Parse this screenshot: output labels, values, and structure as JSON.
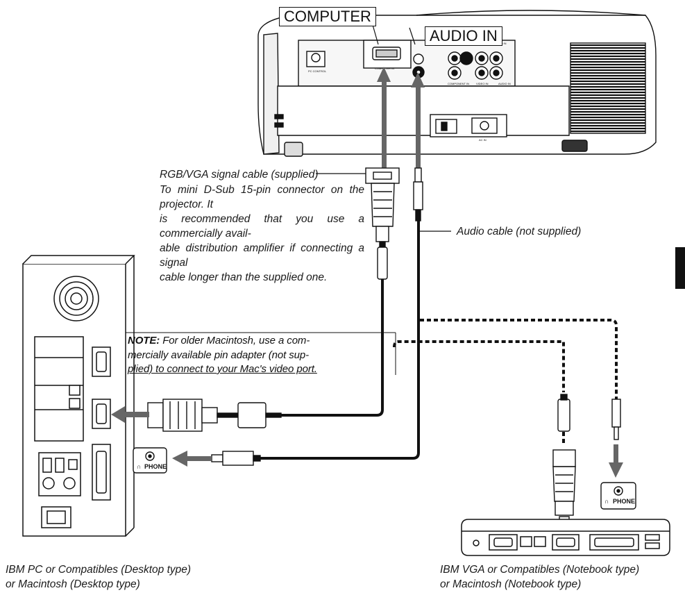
{
  "labels": {
    "computer": "COMPUTER",
    "audio_in": "AUDIO IN",
    "rgb_title": "RGB/VGA signal cable (supplied)",
    "rgb_desc": [
      "To mini D-Sub 15-pin connector on the projector. It",
      "is recommended that you use a commercially avail-",
      "able distribution amplifier if connecting a signal",
      "cable longer than the supplied one."
    ],
    "audio_cable": "Audio cable (not supplied)",
    "note_head": "NOTE:",
    "note_lines": [
      " For older Macintosh, use a com-",
      "mercially available pin adapter (not sup-",
      "plied) to connect to your Mac's video port."
    ],
    "desktop_caption": [
      "IBM PC or Compatibles (Desktop type)",
      "or Macintosh (Desktop type)"
    ],
    "notebook_caption": [
      "IBM VGA or Compatibles (Notebook type)",
      "or Macintosh (Notebook type)"
    ],
    "phone_desktop": "PHONE",
    "phone_notebook": "PHONE",
    "pc_control": "PC CONTROL",
    "computer_in": "COMPUTER IN",
    "audio_in_port": "AUDIO IN",
    "video_in": "VIDEO IN",
    "s_video_in": "S-VIDEO IN",
    "component_in": "COMPONENT IN",
    "audio_in_rl": "AUDIO IN",
    "ac_in": "AC IN"
  },
  "colors": {
    "line": "#111111",
    "arrow": "#666666",
    "panel": "#f2f2f2"
  }
}
